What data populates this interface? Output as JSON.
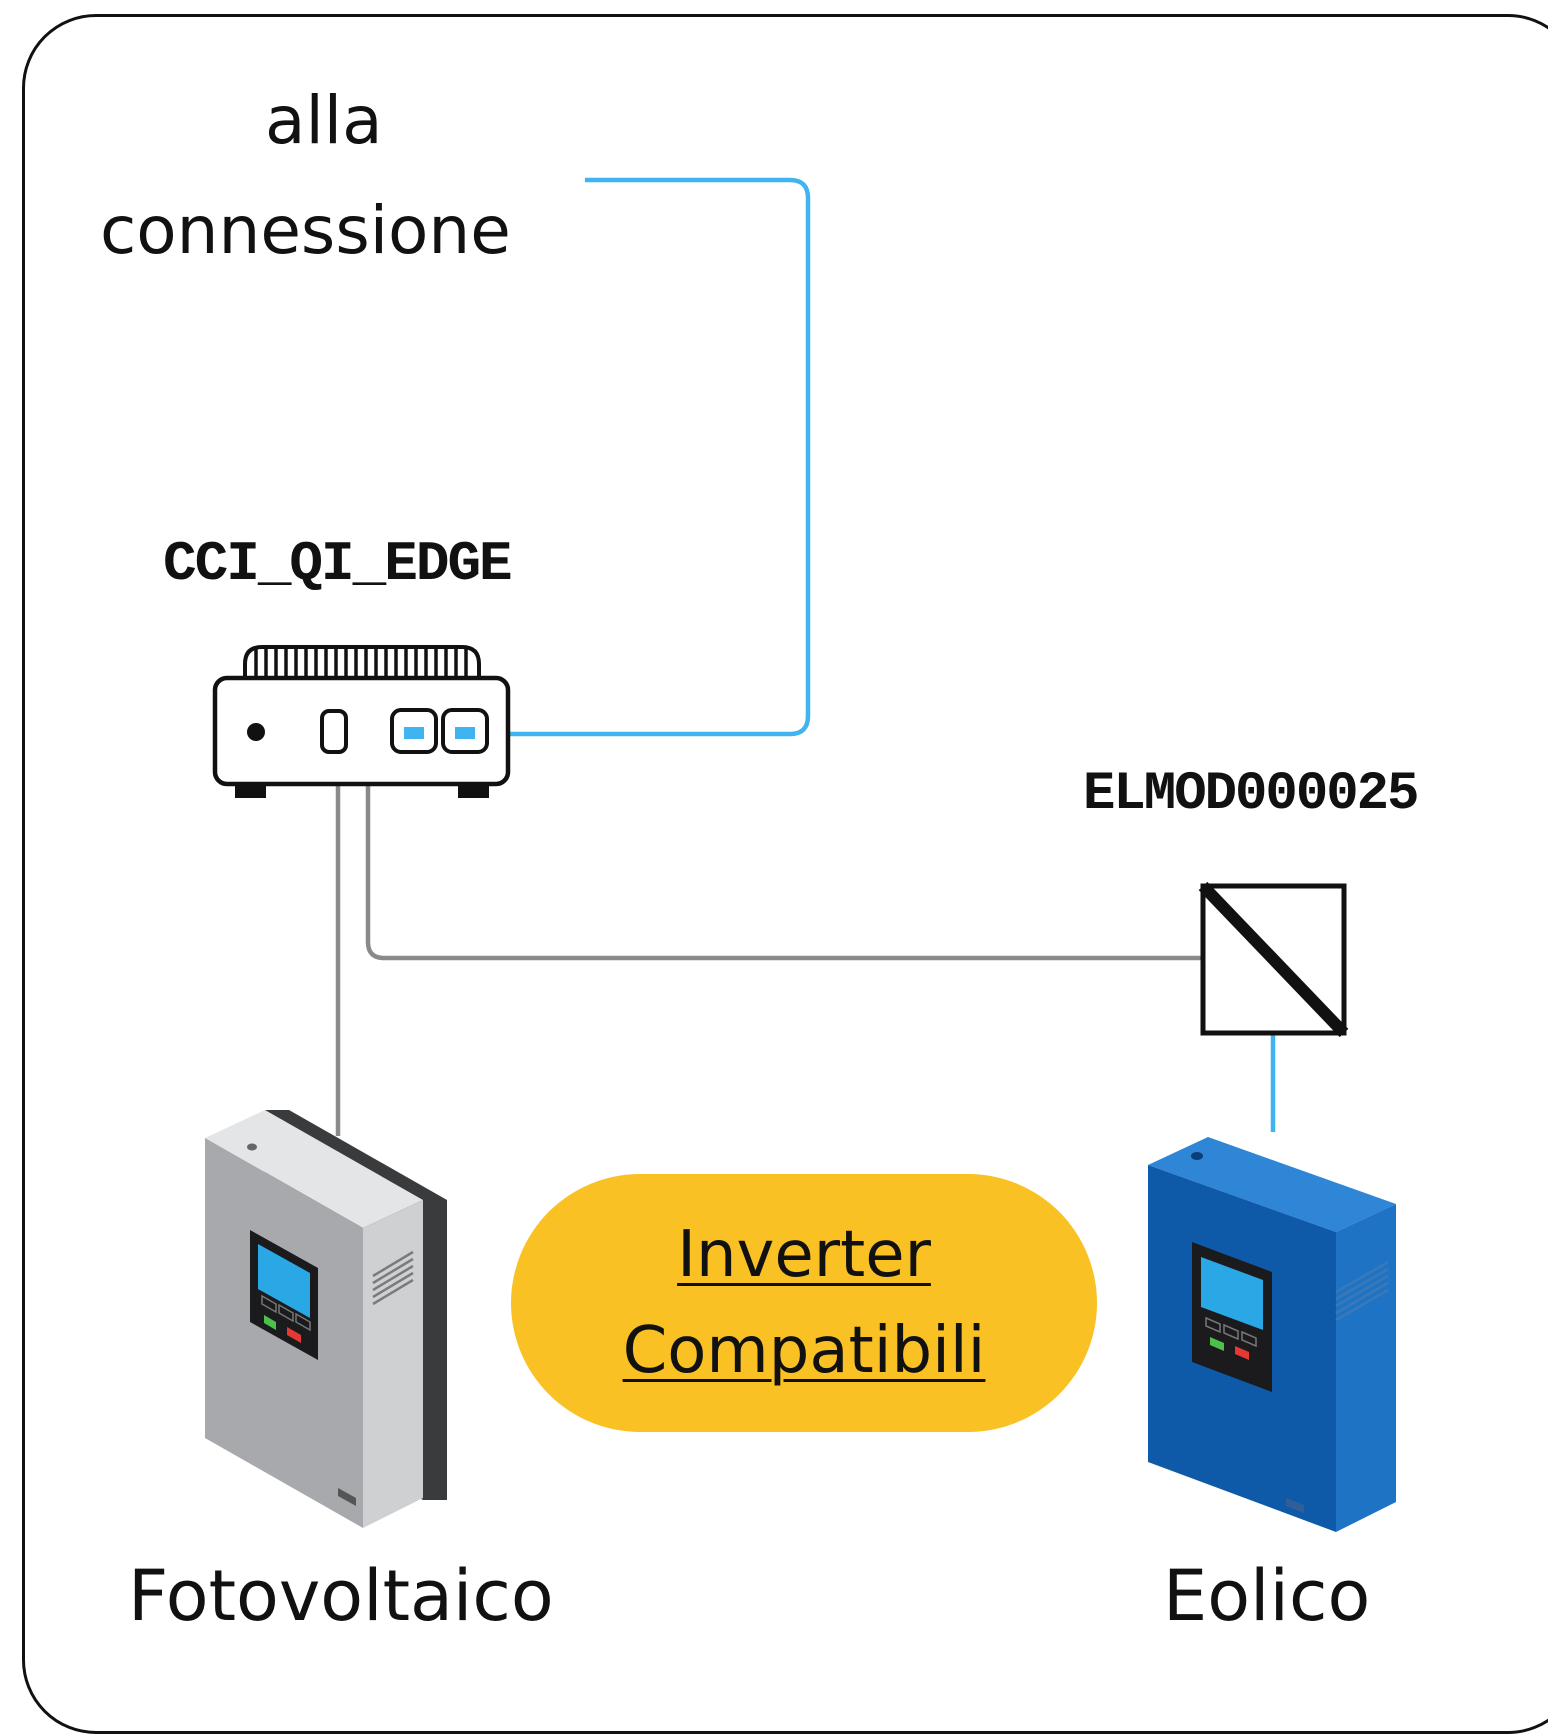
{
  "connection_label": {
    "line1": "alla",
    "line2": "connessione"
  },
  "edge_device": {
    "label": "CCI_QI_EDGE",
    "icon": "edge-gateway-icon"
  },
  "meter": {
    "label": "ELMOD000025",
    "icon": "energy-meter-icon"
  },
  "inverters": [
    {
      "label": "Fotovoltaico",
      "icon": "pv-inverter-icon",
      "color": "#a7a9ac"
    },
    {
      "label": "Eolico",
      "icon": "wind-inverter-icon",
      "color": "#1a6fbd"
    }
  ],
  "compatible_link": {
    "line1": "Inverter",
    "line2": "Compatibili",
    "color": "#f9c124"
  },
  "colors": {
    "ethernet": "#3fb4f0",
    "serial": "#8a8a8a",
    "border": "#111111"
  }
}
